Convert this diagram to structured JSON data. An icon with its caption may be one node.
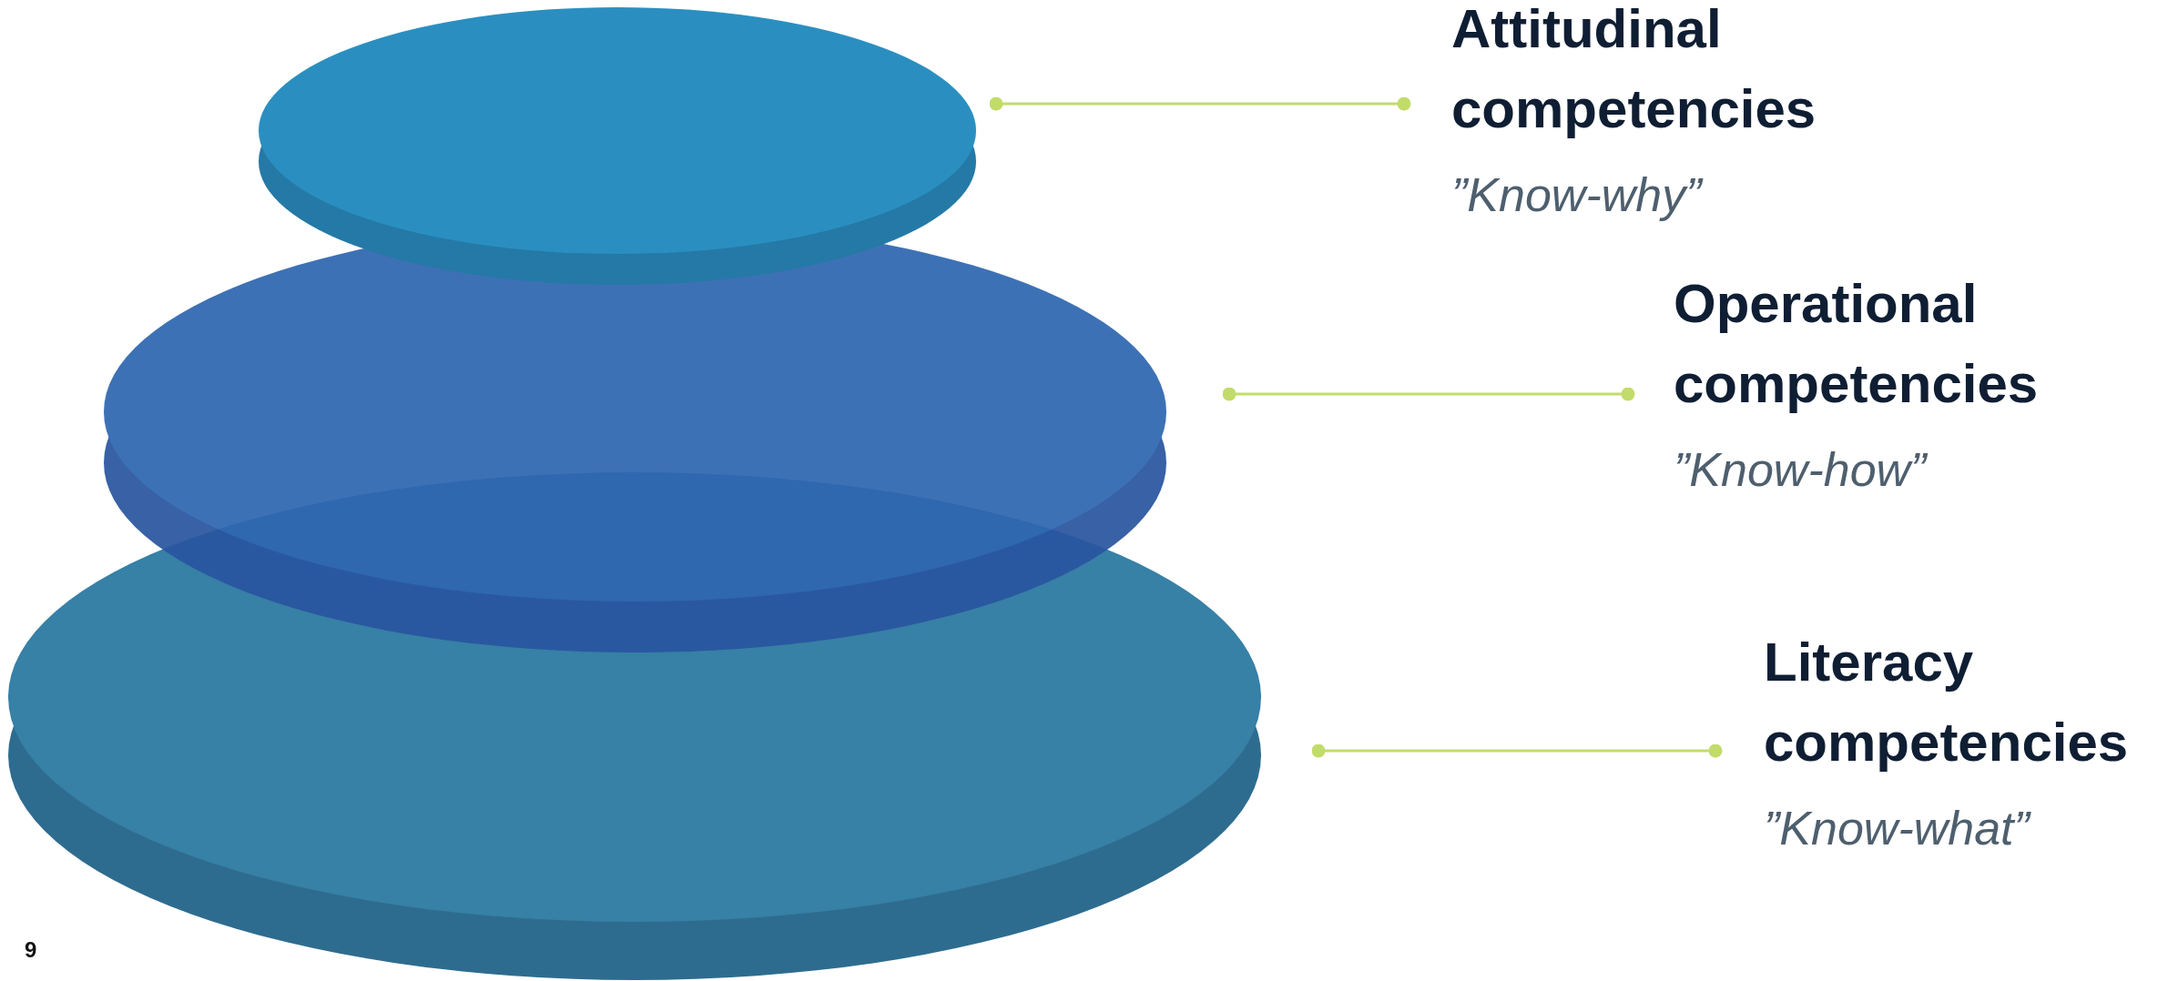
{
  "diagram": {
    "nodes": [
      {
        "text": [],
        "shape": "ellipse"
      },
      {
        "text": [
          "Attitudinal competencies",
          "”Know-why”"
        ]
      },
      {
        "text": [],
        "shape": "ellipse"
      },
      {
        "text": [
          "Operational competencies",
          "”Know-how”"
        ]
      },
      {
        "text": [],
        "shape": "ellipse"
      },
      {
        "text": [
          "Literacy competencies",
          "”Know-what”"
        ]
      }
    ],
    "edges": [
      {
        "from": 0,
        "to": 1,
        "arrow": "other"
      },
      {
        "from": 2,
        "to": 3,
        "arrow": "other"
      },
      {
        "from": 4,
        "to": 5,
        "arrow": "other"
      }
    ],
    "labels": [
      "9"
    ]
  }
}
